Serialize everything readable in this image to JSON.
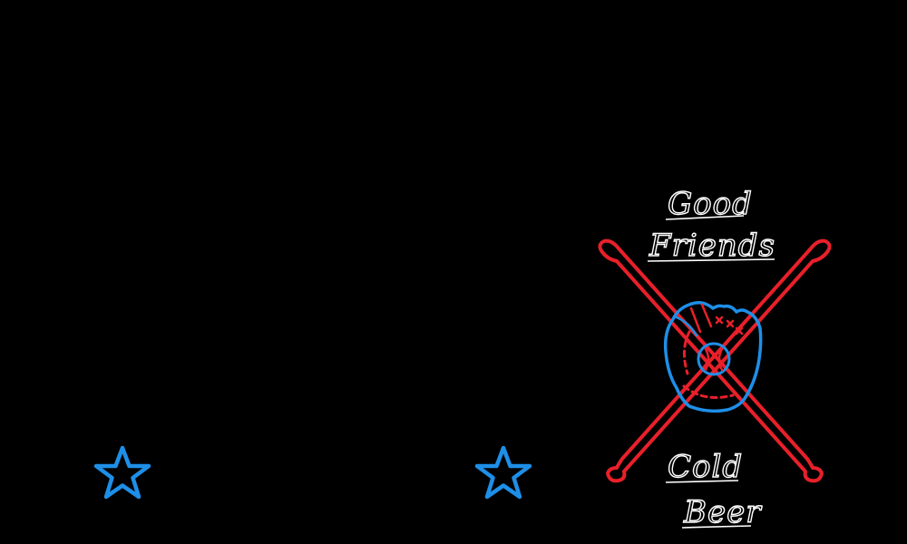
{
  "sign": {
    "line1": "Good",
    "line2": "Friends",
    "line3": "Cold",
    "line4": "Beer"
  },
  "colors": {
    "background": "#000000",
    "neon_blue": "#1e8fe8",
    "neon_red": "#e8202a",
    "neon_white": "#ffffff"
  },
  "icons": {
    "star": "star-icon",
    "bats": "crossed-bats-icon",
    "glove": "baseball-glove-icon",
    "ball": "baseball-icon"
  }
}
